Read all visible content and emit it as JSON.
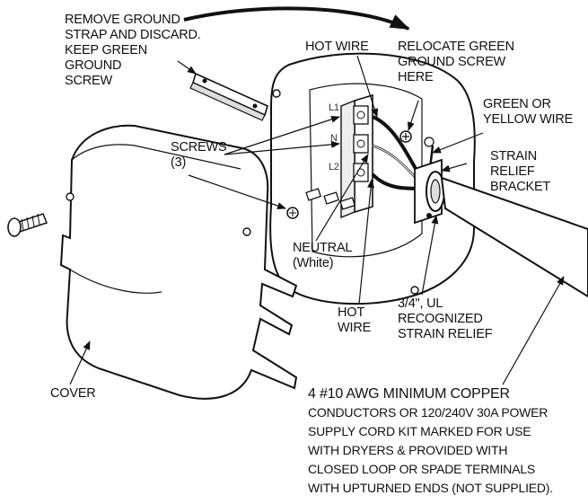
{
  "labels": {
    "remove_ground": [
      "REMOVE GROUND",
      "STRAP AND DISCARD.",
      "KEEP GREEN",
      "GROUND",
      "SCREW"
    ],
    "hot_wire_top": [
      "HOT WIRE"
    ],
    "relocate_screw": [
      "RELOCATE GREEN",
      "GROUND SCREW",
      "HERE"
    ],
    "green_yellow": [
      "GREEN OR",
      "YELLOW WIRE"
    ],
    "strain_bracket": [
      "STRAIN",
      "RELIEF",
      "BRACKET"
    ],
    "screws": [
      "SCREWS",
      "(3)"
    ],
    "neutral": [
      "NEUTRAL",
      "(White)"
    ],
    "hot_wire_bottom": [
      "HOT",
      "WIRE"
    ],
    "strain_relief": [
      "3/4\", UL",
      "RECOGNIZED",
      "STRAIN RELIEF"
    ],
    "cover": [
      "COVER"
    ],
    "note": [
      "4 #10 AWG MINIMUM COPPER",
      "CONDUCTORS OR 120/240V 30A POWER",
      "SUPPLY CORD KIT MARKED FOR USE",
      "WITH DRYERS & PROVIDED WITH",
      "CLOSED LOOP OR SPADE TERMINALS",
      "WITH UPTURNED ENDS (NOT SUPPLIED)."
    ],
    "terminal_l1": "L1",
    "terminal_n": "N",
    "terminal_l2": "L2"
  },
  "colors": {
    "ink": "#111111",
    "fill": "#ffffff",
    "shade": "#dddddd"
  }
}
